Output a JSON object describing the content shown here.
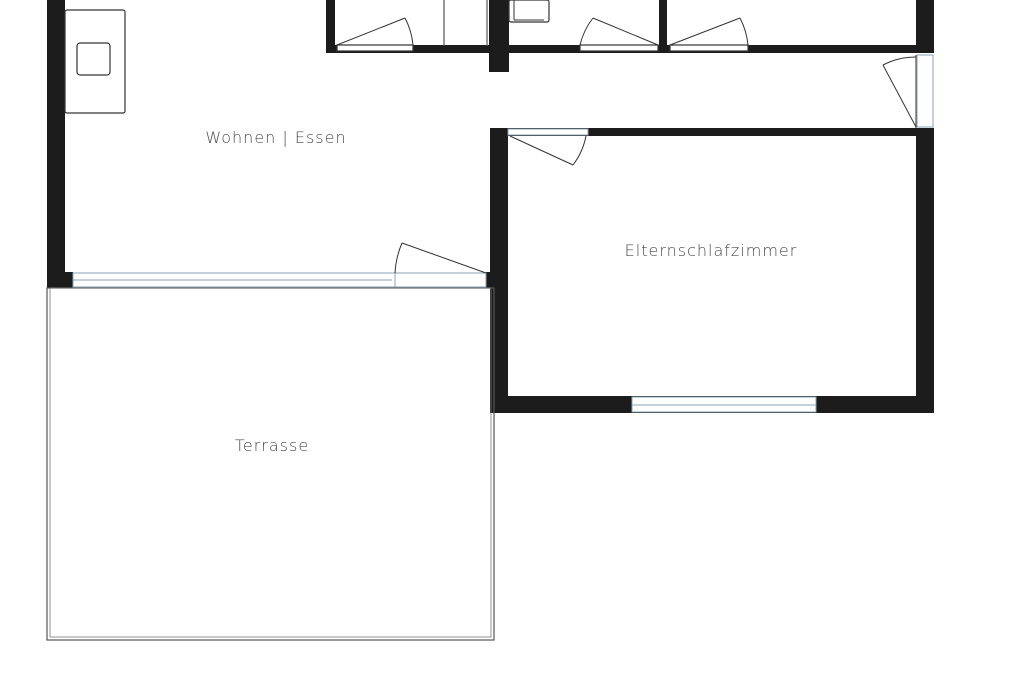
{
  "plan": {
    "rooms": [
      {
        "id": "wohnen-essen",
        "label": "Wohnen | Essen"
      },
      {
        "id": "elternschlafzimmer",
        "label": "Elternschlafzimmer"
      },
      {
        "id": "terrasse",
        "label": "Terrasse"
      }
    ],
    "colors": {
      "wall": "#1c1c1c",
      "window": "#8aa3b5",
      "background": "#ffffff",
      "label": "#4a4a4a"
    }
  }
}
